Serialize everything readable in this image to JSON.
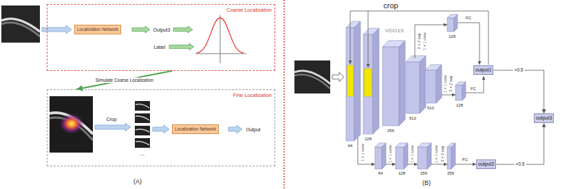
{
  "diagram": {
    "nodes": [
      {
        "text": [
          "Coarse Localization"
        ]
      },
      {
        "text": [
          "Localization Network"
        ],
        "in": 0
      },
      {
        "text": [
          "Fine Localization"
        ]
      },
      {
        "text": [
          "Localization Network"
        ],
        "in": 2
      },
      {
        "text": [
          "output1"
        ]
      },
      {
        "text": [
          "output2"
        ]
      },
      {
        "text": [
          "output3"
        ]
      }
    ],
    "edges": [
      {
        "from": 0,
        "to": 2,
        "arrow": "to",
        "label": "Simulate Coarse Localization"
      },
      {
        "from": 4,
        "to": 6,
        "arrow": "to",
        "label": "×0.5"
      },
      {
        "from": 5,
        "to": 6,
        "arrow": "to",
        "label": "×0.5"
      }
    ],
    "labels": [
      "Output3",
      "Label",
      "Crop",
      "...",
      "Output",
      "(A)",
      "crop",
      "VGG19",
      "64",
      "128",
      "256",
      "512",
      "512",
      "2 × 2 avg",
      "1 × 1 conv",
      "128",
      "FC",
      "1 × 1 conv",
      "2 × 2 avg",
      "128",
      "FC",
      "1 × 1 conv",
      "64",
      "1 × 1 conv",
      "128",
      "1 × 1 conv",
      "256",
      "1 × 1 conv",
      "2 × 2 avg",
      "256",
      "FC",
      "(B)"
    ]
  }
}
